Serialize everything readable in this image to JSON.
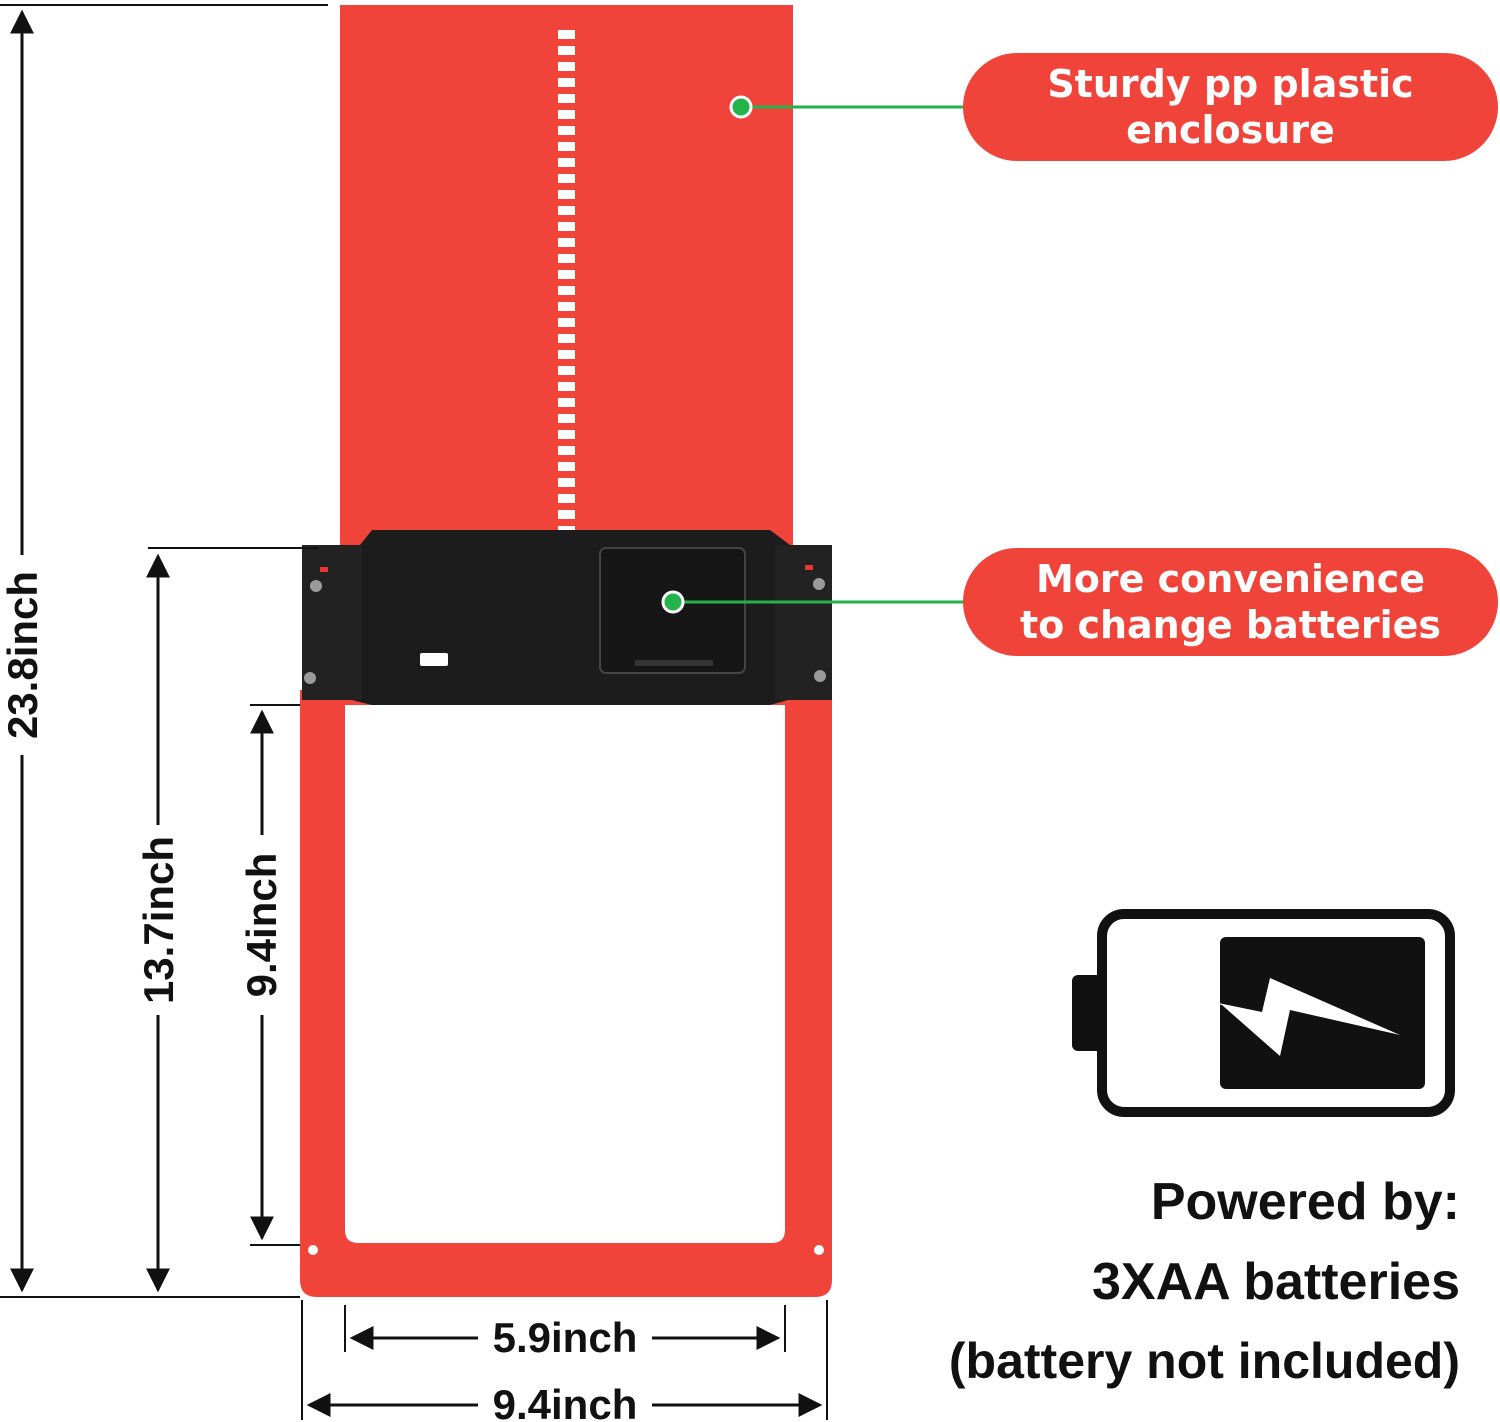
{
  "colors": {
    "panel_red": "#f0433a",
    "housing_black": "#1c1c1c",
    "callout_red": "#f0433a",
    "leader_green": "#22b34a"
  },
  "callouts": {
    "enclosure": {
      "line1": "Sturdy pp plastic",
      "line2": "enclosure"
    },
    "batteries": {
      "line1": "More convenience",
      "line2": "to change batteries"
    }
  },
  "dimensions": {
    "total_height": "23.8inch",
    "frame_height": "13.7inch",
    "opening_height": "9.4inch",
    "opening_width": "5.9inch",
    "frame_width": "9.4inch"
  },
  "power": {
    "line1": "Powered by:",
    "line2": "3XAA batteries",
    "line3": "(battery not included)"
  },
  "icons": {
    "battery": "battery-charging-icon",
    "bolt": "lightning-bolt-icon"
  }
}
